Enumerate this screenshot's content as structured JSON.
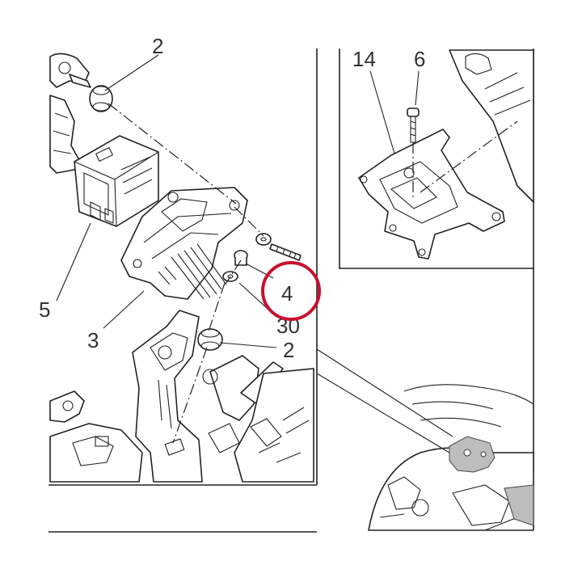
{
  "callouts": {
    "c2_top": "2",
    "c14": "14",
    "c6": "6",
    "c4": "4",
    "c5": "5",
    "c3": "3",
    "c30": "30",
    "c2_bottom": "2"
  },
  "colors": {
    "highlight_ring": "#c8102e",
    "line": "#222222",
    "shade": "#bdbdbd"
  }
}
